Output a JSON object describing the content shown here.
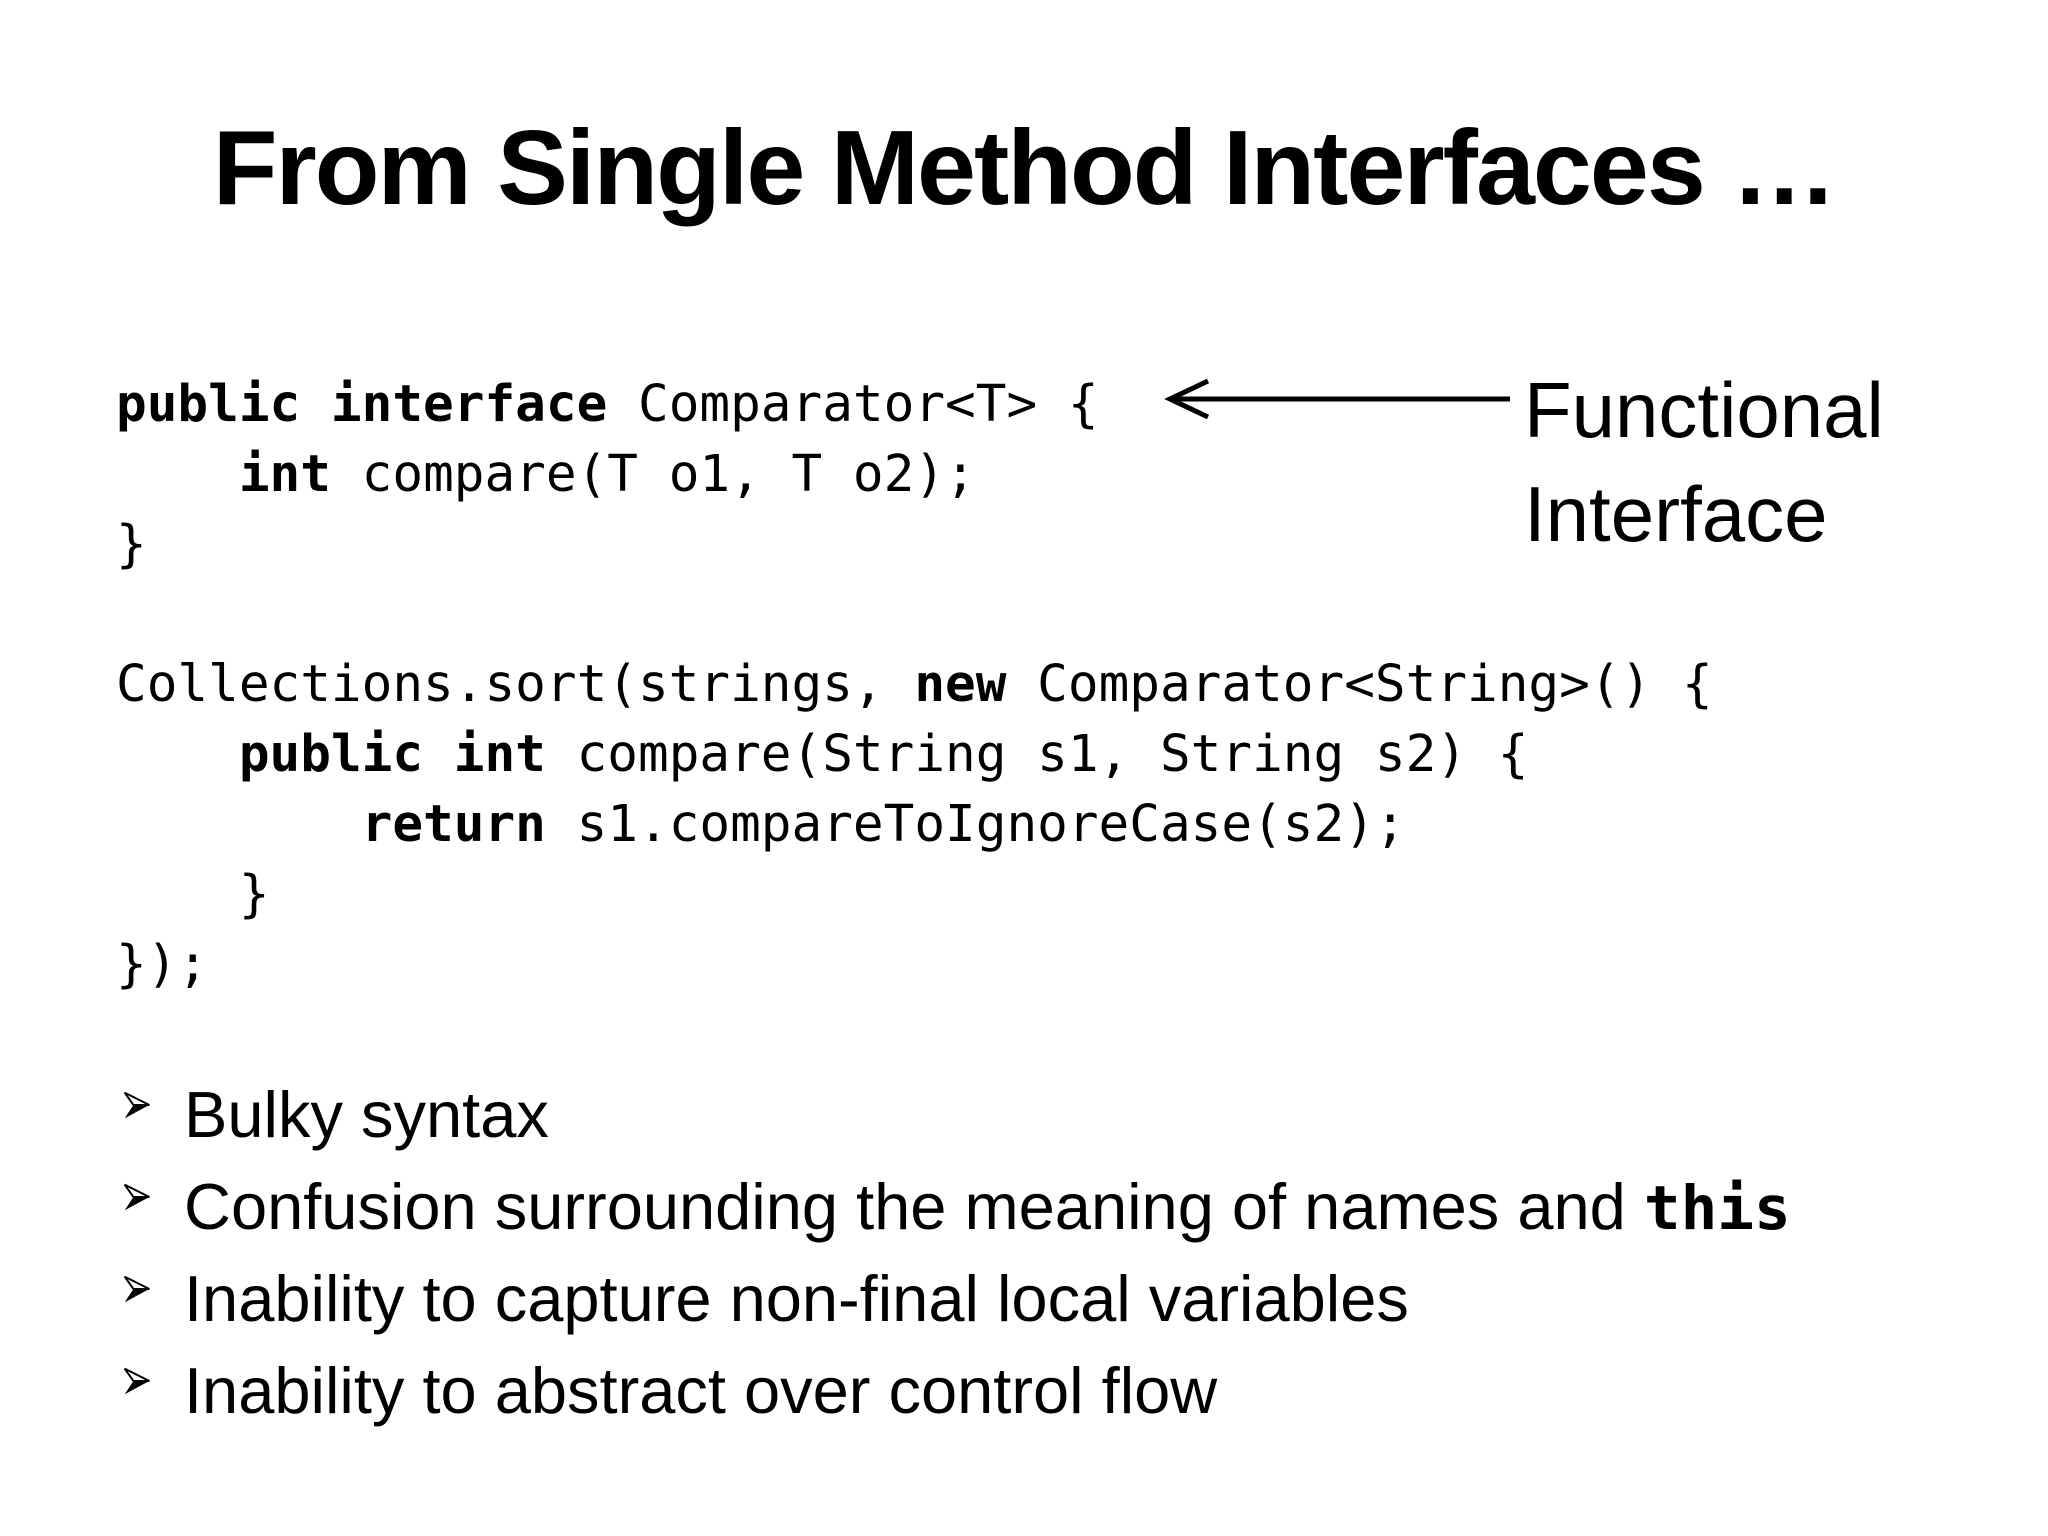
{
  "slide_title": "From Single Method Interfaces …",
  "annotation": {
    "line1": "Functional",
    "line2": "Interface",
    "arrow_icon": "left-arrow"
  },
  "icons": {
    "bullet_marker": "3d-right-arrowhead"
  },
  "colors": {
    "background": "#ffffff",
    "text": "#000000"
  },
  "code_block_1": {
    "line1_keyword": "public interface",
    "line1_rest": " Comparator<T> {",
    "line2_indent": "    ",
    "line2_keyword": "int",
    "line2_rest": " compare(T o1, T o2);",
    "line3": "}"
  },
  "code_block_2": {
    "line1_pre": "Collections.sort(strings, ",
    "line1_keyword": "new",
    "line1_rest": " Comparator<String>() {",
    "line2_indent": "    ",
    "line2_keyword": "public int",
    "line2_rest": " compare(String s1, String s2) {",
    "line3_indent": "        ",
    "line3_keyword": "return",
    "line3_rest": " s1.compareToIgnoreCase(s2);",
    "line4": "    }",
    "line5": "});"
  },
  "bullets": [
    {
      "text": "Bulky syntax",
      "code": ""
    },
    {
      "text": "Confusion surrounding the meaning of names and ",
      "code": "this"
    },
    {
      "text": "Inability to capture non-final local variables",
      "code": ""
    },
    {
      "text": "Inability to abstract over control flow",
      "code": ""
    }
  ]
}
